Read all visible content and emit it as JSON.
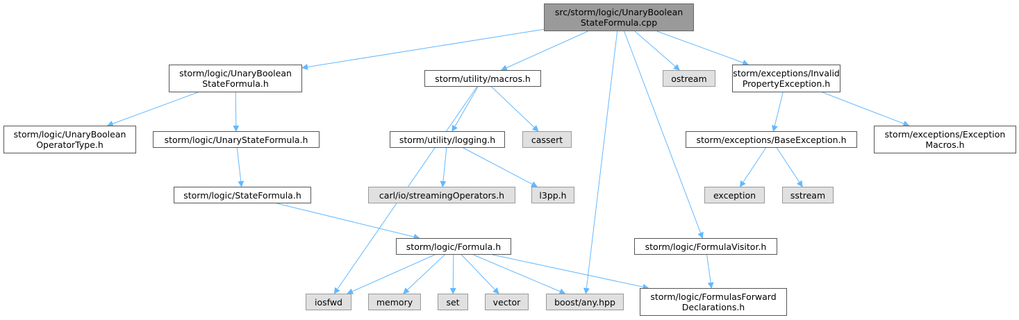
{
  "colors": {
    "edge": "#63b8ff",
    "root_fill": "#9a9a9a",
    "system_fill": "#e0e0e0",
    "node_border": "#555555"
  },
  "nodes": {
    "root": "src/storm/logic/UnaryBoolean\nStateFormula.cpp",
    "unary_bool_state_h": "storm/logic/UnaryBoolean\nStateFormula.h",
    "macros_h": "storm/utility/macros.h",
    "ostream": "ostream",
    "invalid_prop_h": "storm/exceptions/Invalid\nPropertyException.h",
    "unary_bool_optype_h": "storm/logic/UnaryBoolean\nOperatorType.h",
    "unary_state_h": "storm/logic/UnaryStateFormula.h",
    "logging_h": "storm/utility/logging.h",
    "cassert": "cassert",
    "base_exception_h": "storm/exceptions/BaseException.h",
    "exception_macros_h": "storm/exceptions/Exception\nMacros.h",
    "state_formula_h": "storm/logic/StateFormula.h",
    "streaming_ops_h": "carl/io/streamingOperators.h",
    "l3pp_h": "l3pp.h",
    "exception": "exception",
    "sstream": "sstream",
    "formula_h": "storm/logic/Formula.h",
    "formula_visitor_h": "storm/logic/FormulaVisitor.h",
    "iosfwd": "iosfwd",
    "memory": "memory",
    "set": "set",
    "vector": "vector",
    "boost_any": "boost/any.hpp",
    "formulas_fwd_h": "storm/logic/FormulasForward\nDeclarations.h"
  },
  "edges": [
    [
      "root",
      "unary_bool_state_h"
    ],
    [
      "root",
      "macros_h"
    ],
    [
      "root",
      "ostream"
    ],
    [
      "root",
      "invalid_prop_h"
    ],
    [
      "root",
      "boost_any"
    ],
    [
      "root",
      "formula_visitor_h"
    ],
    [
      "unary_bool_state_h",
      "unary_bool_optype_h"
    ],
    [
      "unary_bool_state_h",
      "unary_state_h"
    ],
    [
      "unary_state_h",
      "state_formula_h"
    ],
    [
      "state_formula_h",
      "formula_h"
    ],
    [
      "macros_h",
      "iosfwd"
    ],
    [
      "macros_h",
      "logging_h"
    ],
    [
      "macros_h",
      "cassert"
    ],
    [
      "logging_h",
      "streaming_ops_h"
    ],
    [
      "logging_h",
      "l3pp_h"
    ],
    [
      "invalid_prop_h",
      "base_exception_h"
    ],
    [
      "invalid_prop_h",
      "exception_macros_h"
    ],
    [
      "base_exception_h",
      "exception"
    ],
    [
      "base_exception_h",
      "sstream"
    ],
    [
      "formula_h",
      "iosfwd"
    ],
    [
      "formula_h",
      "memory"
    ],
    [
      "formula_h",
      "set"
    ],
    [
      "formula_h",
      "vector"
    ],
    [
      "formula_h",
      "boost_any"
    ],
    [
      "formula_h",
      "formulas_fwd_h"
    ],
    [
      "formula_visitor_h",
      "formulas_fwd_h"
    ]
  ]
}
